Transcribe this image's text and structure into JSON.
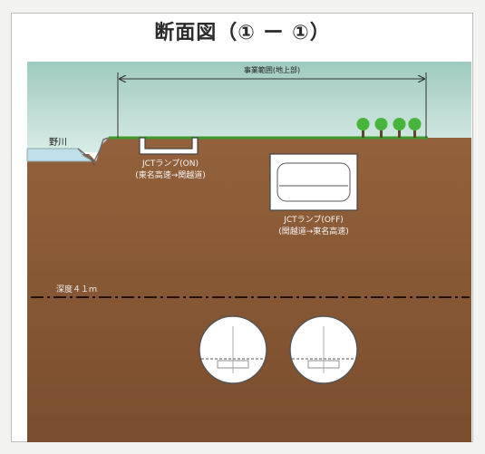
{
  "title": "断面図（① ー ①）",
  "labels": {
    "project_range": "事業範囲(地上部)",
    "river": "野川",
    "ramp_on_line1": "JCTランプ(ON)",
    "ramp_on_line2": "(東名高速→関越道)",
    "ramp_off_line1": "JCTランプ(OFF)",
    "ramp_off_line2": "(関越道→東名高速)",
    "depth": "深度４１ｍ"
  },
  "colors": {
    "sky": "#b9dcd3",
    "soil": "#8a5a35",
    "soil_deep": "#7b4f2e",
    "grass": "#3e9a2e",
    "river": "#b8dbe6",
    "tree": "#47b43c"
  }
}
